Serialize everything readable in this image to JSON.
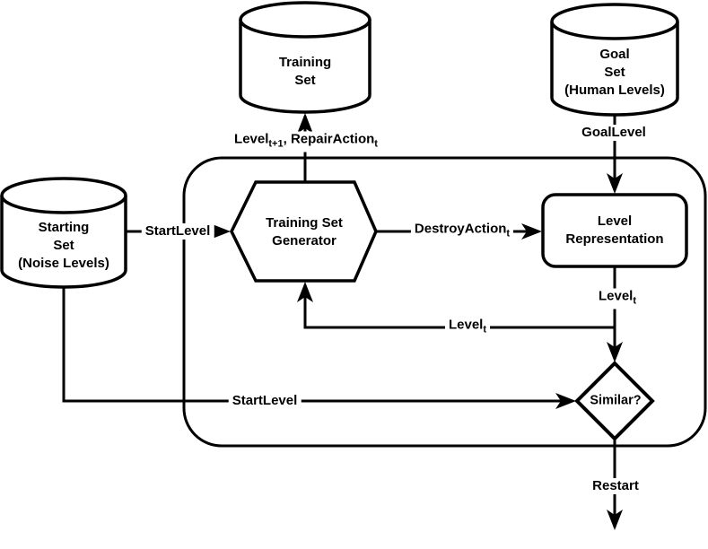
{
  "colors": {
    "stroke": "#000000",
    "background": "#ffffff"
  },
  "nodes": {
    "training_set": {
      "shape": "cylinder",
      "l1": "Training",
      "l2": "Set"
    },
    "goal_set": {
      "shape": "cylinder",
      "l1": "Goal",
      "l2": "Set",
      "l3": "(Human Levels)"
    },
    "starting_set": {
      "shape": "cylinder",
      "l1": "Starting",
      "l2": "Set",
      "l3": "(Noise Levels)"
    },
    "generator": {
      "shape": "hexagon",
      "l1": "Training Set",
      "l2": "Generator"
    },
    "level_representation": {
      "shape": "rounded-rect",
      "l1": "Level",
      "l2": "Representation"
    },
    "similar": {
      "shape": "diamond",
      "l1": "Similar?"
    }
  },
  "edges": {
    "to_training_set": {
      "text": "Level",
      "sub1": "t+1",
      "text2": ", RepairAction",
      "sub2": "t"
    },
    "goal_level": {
      "text": "GoalLevel"
    },
    "start_level_to_generator": {
      "text": "StartLevel"
    },
    "destroy_action": {
      "text": "DestroyAction",
      "sub1": "t"
    },
    "level_t_down": {
      "text": "Level",
      "sub1": "t"
    },
    "level_t_feedback": {
      "text": "Level",
      "sub1": "t"
    },
    "start_level_to_similar": {
      "text": "StartLevel"
    },
    "restart": {
      "text": "Restart"
    }
  }
}
